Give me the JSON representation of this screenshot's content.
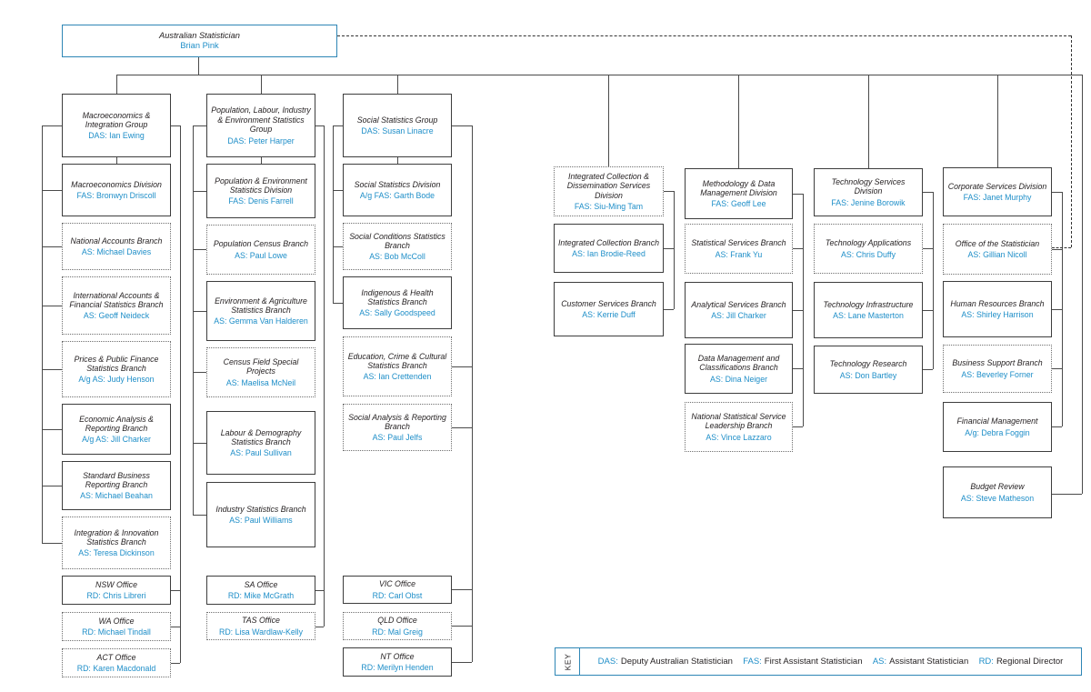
{
  "org": {
    "root": {
      "title": "Australian Statistician",
      "person": "Brian Pink"
    },
    "columns": [
      {
        "id": "macroeconomics-integration-group",
        "boxes": [
          {
            "title": "Macroeconomics & Integration Group",
            "person": "DAS: Ian Ewing"
          },
          {
            "title": "Macroeconomics Division",
            "person": "FAS: Bronwyn Driscoll"
          },
          {
            "title": "National Accounts Branch",
            "person": "AS: Michael Davies"
          },
          {
            "title": "International Accounts & Financial Statistics Branch",
            "person": "AS: Geoff Neideck"
          },
          {
            "title": "Prices & Public Finance Statistics Branch",
            "person": "A/g AS: Judy Henson"
          },
          {
            "title": "Economic Analysis & Reporting Branch",
            "person": "A/g AS: Jill Charker"
          },
          {
            "title": "Standard Business Reporting Branch",
            "person": "AS: Michael Beahan"
          },
          {
            "title": "Integration & Innovation Statistics Branch",
            "person": "AS: Teresa Dickinson"
          },
          {
            "title": "NSW Office",
            "person": "RD: Chris Libreri"
          },
          {
            "title": "WA Office",
            "person": "RD: Michael Tindall"
          },
          {
            "title": "ACT Office",
            "person": "RD: Karen Macdonald"
          }
        ]
      },
      {
        "id": "population-labour-industry-environment-group",
        "boxes": [
          {
            "title": "Population, Labour, Industry & Environment Statistics Group",
            "person": "DAS: Peter Harper"
          },
          {
            "title": "Population & Environment Statistics Division",
            "person": "FAS: Denis Farrell"
          },
          {
            "title": "Population Census Branch",
            "person": "AS: Paul Lowe"
          },
          {
            "title": "Environment & Agriculture Statistics Branch",
            "person": "AS: Gemma Van Halderen"
          },
          {
            "title": "Census Field Special Projects",
            "person": "AS: Maelisa McNeil"
          },
          {
            "title": "Labour & Demography Statistics Branch",
            "person": "AS: Paul Sullivan"
          },
          {
            "title": "Industry Statistics Branch",
            "person": "AS: Paul Williams"
          },
          {
            "title": "SA Office",
            "person": "RD: Mike McGrath"
          },
          {
            "title": "TAS Office",
            "person": "RD: Lisa Wardlaw-Kelly"
          }
        ]
      },
      {
        "id": "social-statistics-group",
        "boxes": [
          {
            "title": "Social Statistics Group",
            "person": "DAS: Susan Linacre"
          },
          {
            "title": "Social Statistics Division",
            "person": "A/g FAS: Garth Bode"
          },
          {
            "title": "Social Conditions Statistics Branch",
            "person": "AS: Bob McColl"
          },
          {
            "title": "Indigenous & Health Statistics Branch",
            "person": "AS: Sally Goodspeed"
          },
          {
            "title": "Education, Crime & Cultural Statistics Branch",
            "person": "AS: Ian Crettenden"
          },
          {
            "title": "Social Analysis & Reporting Branch",
            "person": "AS: Paul Jelfs"
          },
          {
            "title": "VIC Office",
            "person": "RD: Carl Obst"
          },
          {
            "title": "QLD Office",
            "person": "RD: Mal Greig"
          },
          {
            "title": "NT Office",
            "person": "RD: Merilyn Henden"
          }
        ]
      },
      {
        "id": "integrated-collection-dissemination-division",
        "boxes": [
          {
            "title": "Integrated Collection & Dissemination Services Division",
            "person": "FAS: Siu-Ming Tam"
          },
          {
            "title": "Integrated Collection Branch",
            "person": "AS: Ian Brodie-Reed"
          },
          {
            "title": "Customer Services Branch",
            "person": "AS: Kerrie Duff"
          }
        ]
      },
      {
        "id": "methodology-data-management-division",
        "boxes": [
          {
            "title": "Methodology & Data Management Division",
            "person": "FAS: Geoff Lee"
          },
          {
            "title": "Statistical Services Branch",
            "person": "AS: Frank Yu"
          },
          {
            "title": "Analytical Services Branch",
            "person": "AS: Jill Charker"
          },
          {
            "title": "Data Management and Classifications Branch",
            "person": "AS: Dina Neiger"
          },
          {
            "title": "National Statistical Service Leadership Branch",
            "person": "AS: Vince Lazzaro"
          }
        ]
      },
      {
        "id": "technology-services-division",
        "boxes": [
          {
            "title": "Technology Services Division",
            "person": "FAS: Jenine Borowik"
          },
          {
            "title": "Technology Applications",
            "person": "AS: Chris Duffy"
          },
          {
            "title": "Technology Infrastructure",
            "person": "AS: Lane Masterton"
          },
          {
            "title": "Technology Research",
            "person": "AS: Don Bartley"
          }
        ]
      },
      {
        "id": "corporate-services-division",
        "boxes": [
          {
            "title": "Corporate Services Division",
            "person": "FAS: Janet Murphy"
          },
          {
            "title": "Office of the Statistician",
            "person": "AS: Gillian Nicoll"
          },
          {
            "title": "Human Resources Branch",
            "person": "AS: Shirley Harrison"
          },
          {
            "title": "Business Support Branch",
            "person": "AS: Beverley Forner"
          },
          {
            "title": "Financial Management",
            "person": "A/g: Debra Foggin"
          },
          {
            "title": "Budget Review",
            "person": "AS: Steve Matheson"
          }
        ]
      }
    ],
    "key": {
      "label": "KEY",
      "entries": [
        {
          "abbr": "DAS:",
          "desc": "Deputy Australian Statistician"
        },
        {
          "abbr": "FAS:",
          "desc": "First Assistant Statistician"
        },
        {
          "abbr": "AS:",
          "desc": "Assistant Statistician"
        },
        {
          "abbr": "RD:",
          "desc": "Regional Director"
        }
      ]
    },
    "colors": {
      "name_blue": "#1e8ec8",
      "border_blue": "#2e86b5",
      "title_black": "#231f20",
      "line_gray": "#4a4a4a"
    }
  }
}
